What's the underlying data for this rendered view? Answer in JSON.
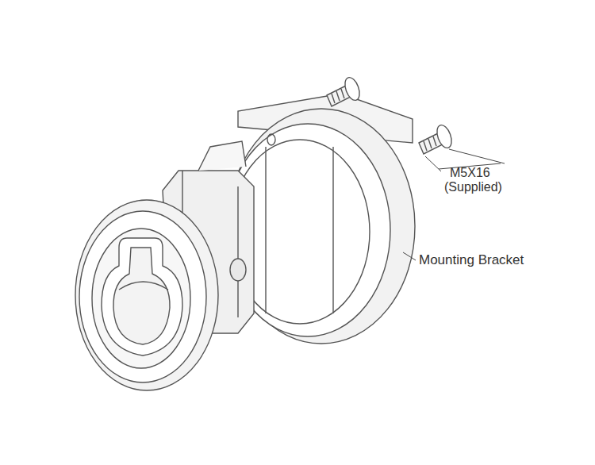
{
  "diagram": {
    "labels": [
      "M5X16",
      "(Supplied)",
      "Mounting Bracket"
    ]
  }
}
